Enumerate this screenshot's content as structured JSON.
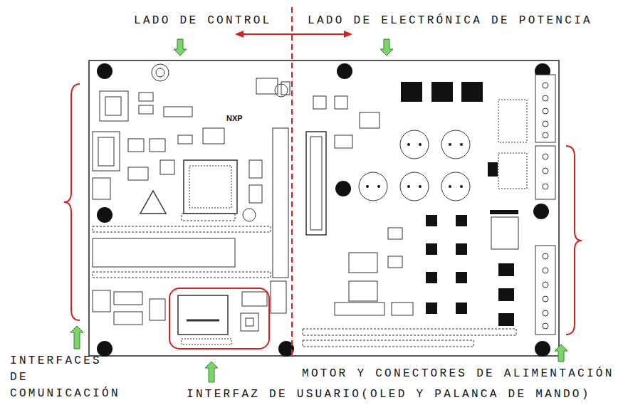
{
  "diagram": {
    "labels": [
      "LADO DE CONTROL",
      "LADO DE ELECTRÓNICA DE POTENCIA",
      "NXP",
      "INTERFACES DE COMUNICACIÓN",
      "MOTOR Y CONECTORES DE ALIMENTACIÓN",
      "INTERFAZ DE USUARIO(OLED Y PALANCA DE MANDO)"
    ]
  }
}
